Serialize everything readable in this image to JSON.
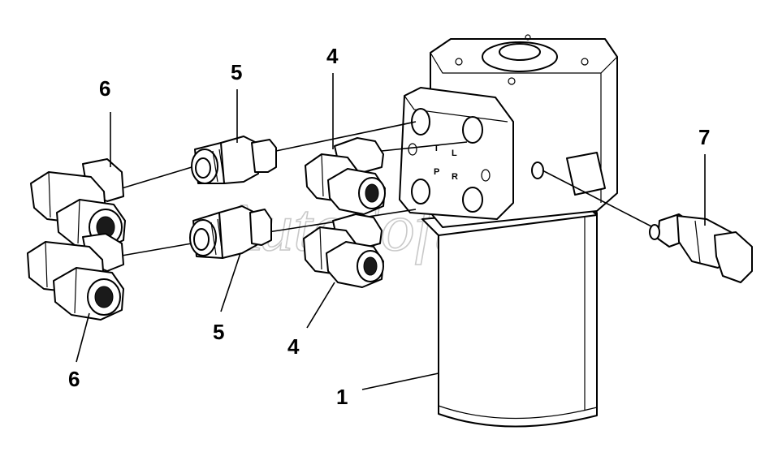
{
  "callouts": {
    "part1": "1",
    "part4_top": "4",
    "part4_bottom": "4",
    "part5_top": "5",
    "part5_bottom": "5",
    "part6_top": "6",
    "part6_bottom": "6",
    "part7": "7"
  },
  "port_labels": {
    "t": "T",
    "l": "L",
    "p": "P",
    "r": "R"
  },
  "watermark": "AutoSoft"
}
